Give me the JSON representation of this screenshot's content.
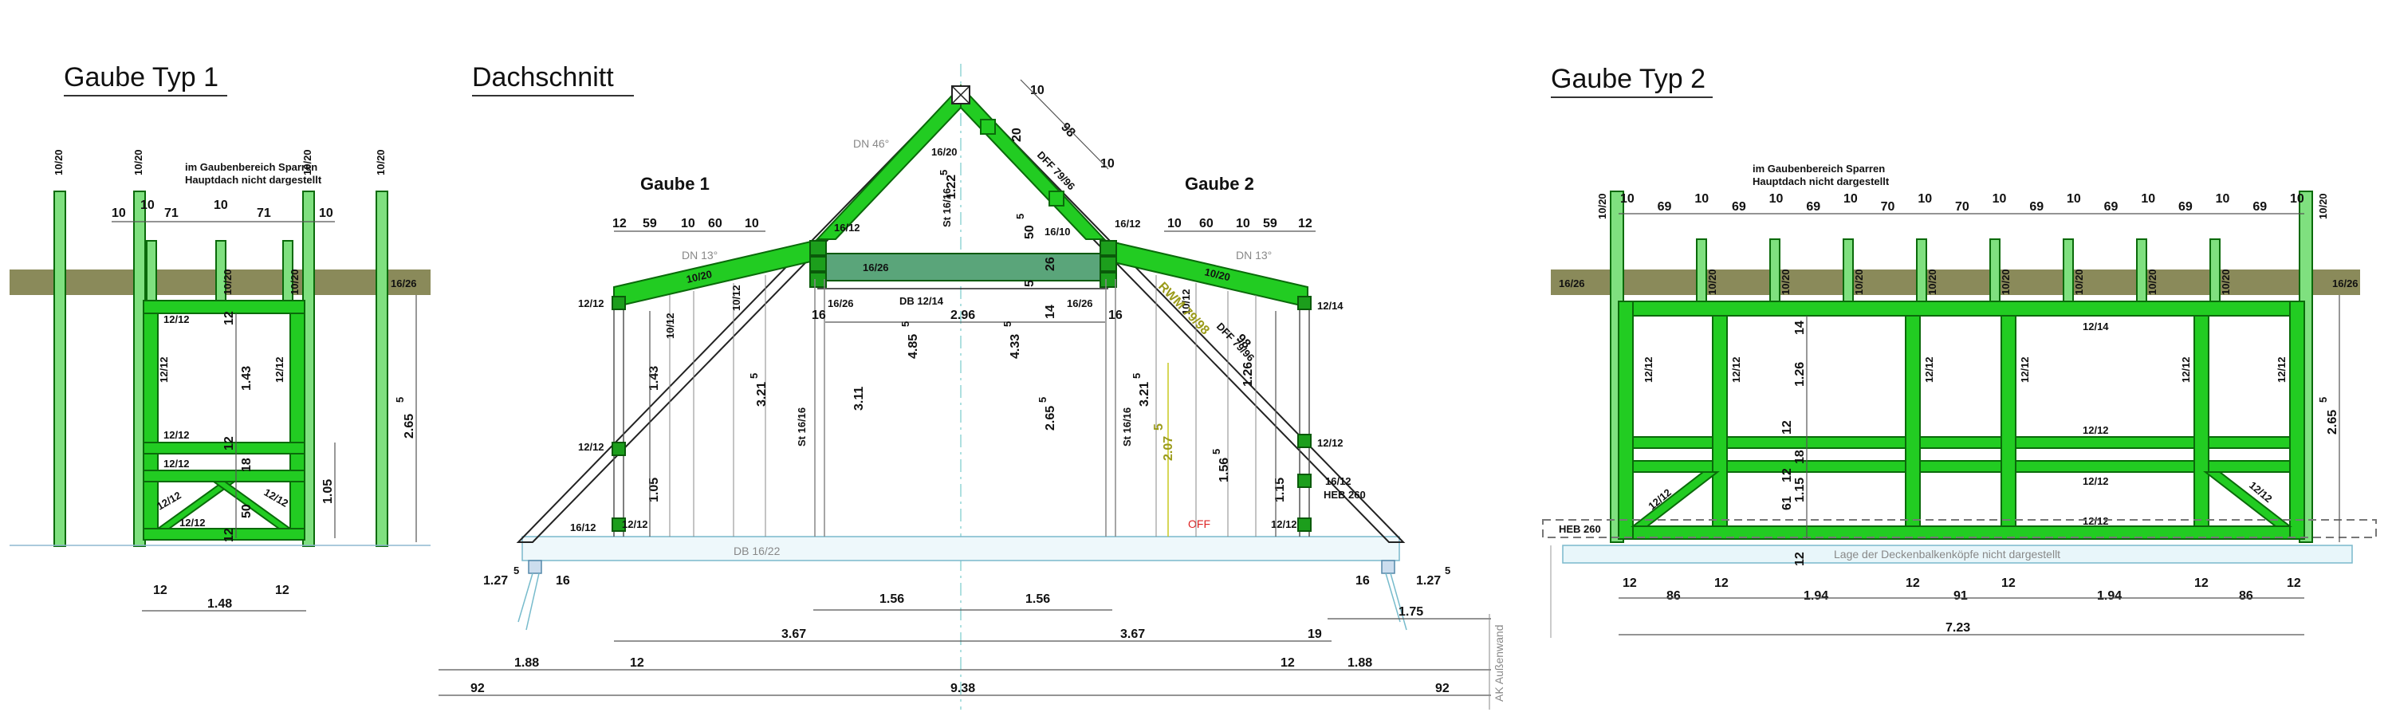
{
  "titles": {
    "gaube1": "Gaube Typ 1",
    "section": "Dachschnitt",
    "gaube2": "Gaube Typ 2"
  },
  "notes": {
    "rafters_hidden": [
      "im Gaubenbereich Sparren",
      "Hauptdach nicht dargestellt"
    ],
    "beam_heads_hidden": "Lage der Deckenbalkenköpfe nicht dargestellt",
    "outer_wall": "AK Außenwand"
  },
  "gaube1": {
    "sections": {
      "post": "10/20",
      "stud": "10/20",
      "wall": "16/26",
      "rail1": "12/12",
      "rail2": "12/12",
      "rail3": "12/12",
      "rail4": "12/12",
      "post_l": "12/12",
      "post_r": "12/12",
      "brace_l": "12/12",
      "brace_r": "12/12"
    },
    "dims": {
      "w10a": "10",
      "w10b": "10",
      "w71a": "71",
      "w10c": "10",
      "w71b": "71",
      "w10d": "10",
      "h143": "1.43",
      "h12a": "12",
      "h12b": "12",
      "h18": "18",
      "h50": "50",
      "h12c": "12",
      "h105": "1.05",
      "h265": "2.65",
      "h265s": "5",
      "b12a": "12",
      "b12b": "12",
      "b148": "1.48"
    }
  },
  "section": {
    "gaube1_label": "Gaube 1",
    "gaube2_label": "Gaube 2",
    "roof_pitch": "DN 46°",
    "dormer_pitch_l": "DN 13°",
    "dormer_pitch_r": "DN 13°",
    "labels": {
      "collar": "16/26",
      "collar_tie": "DB 12/14",
      "ridge_left": "16/20",
      "ridge_right": "16/10",
      "king_post": "St 16/16",
      "post_l": "St 16/16",
      "post_r": "St 16/16",
      "floor": "DB 16/22",
      "dormer_rafter_l": "10/20",
      "dormer_rafter_r": "10/20",
      "beam_l": "12/12",
      "beam_r": "12/14",
      "wall_l": "12/12",
      "wall_r": "12/12",
      "purlin_l": "16/12",
      "purlin_r": "16/12",
      "heb": "HEB 260",
      "off": "OFF",
      "dff": "DFF 79/96",
      "dff2": "DFF 79/96",
      "rwm": "RWM 79/98",
      "top10a": "10",
      "top98": "98",
      "top10b": "10",
      "top20": "20",
      "stud_l": "10/12",
      "stud_l2": "10/12",
      "stud_r": "10/12",
      "pad_l": "16/26",
      "pad_r": "16/26",
      "corner_l": "16/12",
      "corner_r": "16/12",
      "foot_l": "16/12",
      "foot_r": "16/12",
      "small_l": "12/12",
      "small_r": "12/12"
    },
    "dims": {
      "g1_12": "12",
      "g1_59": "59",
      "g1_10": "10",
      "g1_60": "60",
      "g1_10b": "10",
      "g2_10": "10",
      "g2_60": "60",
      "g2_10b": "10",
      "g2_59": "59",
      "g2_12": "12",
      "h122": "1.22",
      "h122s": "5",
      "h50": "50",
      "h50s": "5",
      "h26": "26",
      "h5": "5",
      "w296": "2.96",
      "h16l": "16",
      "h16r": "16",
      "h14": "14",
      "h485": "4.85",
      "h485s": "5",
      "h433": "4.33",
      "h433s": "5",
      "h143": "1.43",
      "h321": "3.21",
      "h321s": "5",
      "h311": "3.11",
      "h265": "2.65",
      "h265s": "5",
      "h321r": "3.21",
      "h321rs": "5",
      "h207": "2.07",
      "h207s": "5",
      "h156": "1.56",
      "h156s": "5",
      "h126": "1.26",
      "h105": "1.05",
      "h115": "1.15",
      "h98": "98",
      "b127l": "1.27",
      "b127ls": "5",
      "b16l": "16",
      "b156a": "1.56",
      "b156b": "1.56",
      "b16r": "16",
      "b127r": "1.27",
      "b127rs": "5",
      "b175": "1.75",
      "b367a": "3.67",
      "b367b": "3.67",
      "b19": "19",
      "b188l": "1.88",
      "b12l": "12",
      "b12r": "12",
      "b188r": "1.88",
      "b92l": "92",
      "b938": "9.38",
      "b92r": "92"
    }
  },
  "gaube2": {
    "labels": {
      "heb": "HEB 260",
      "top": "12/14",
      "mid": "12/12",
      "low": "12/12",
      "wall_l": "16/26",
      "wall_r": "16/26",
      "post": "12/12",
      "stud": "10/20",
      "brace_l": "12/12",
      "brace_r": "12/12",
      "corner": "10/20"
    },
    "top_dims": [
      "10",
      "69",
      "10",
      "69",
      "10",
      "69",
      "10",
      "70",
      "10",
      "70",
      "10",
      "69",
      "10",
      "69",
      "10",
      "69",
      "10",
      "69",
      "10"
    ],
    "dims": {
      "h14": "14",
      "h126": "1.26",
      "h12": "12",
      "h18": "18",
      "h61": "61",
      "h115": "1.15",
      "h12b": "12",
      "h265": "2.65",
      "h265s": "5"
    },
    "bottom_dims": [
      "12",
      "86",
      "12",
      "1.94",
      "12",
      "91",
      "12",
      "1.94",
      "12",
      "86",
      "12"
    ],
    "total": "7.23"
  },
  "colors": {
    "timber": "#22cc22",
    "timber_light": "#7fe07f",
    "timber_dark": "#1c9e1c",
    "wall": "#8a8a5a",
    "collar_beam": "#5aa57a",
    "floor_fill": "#e8f6fa"
  }
}
